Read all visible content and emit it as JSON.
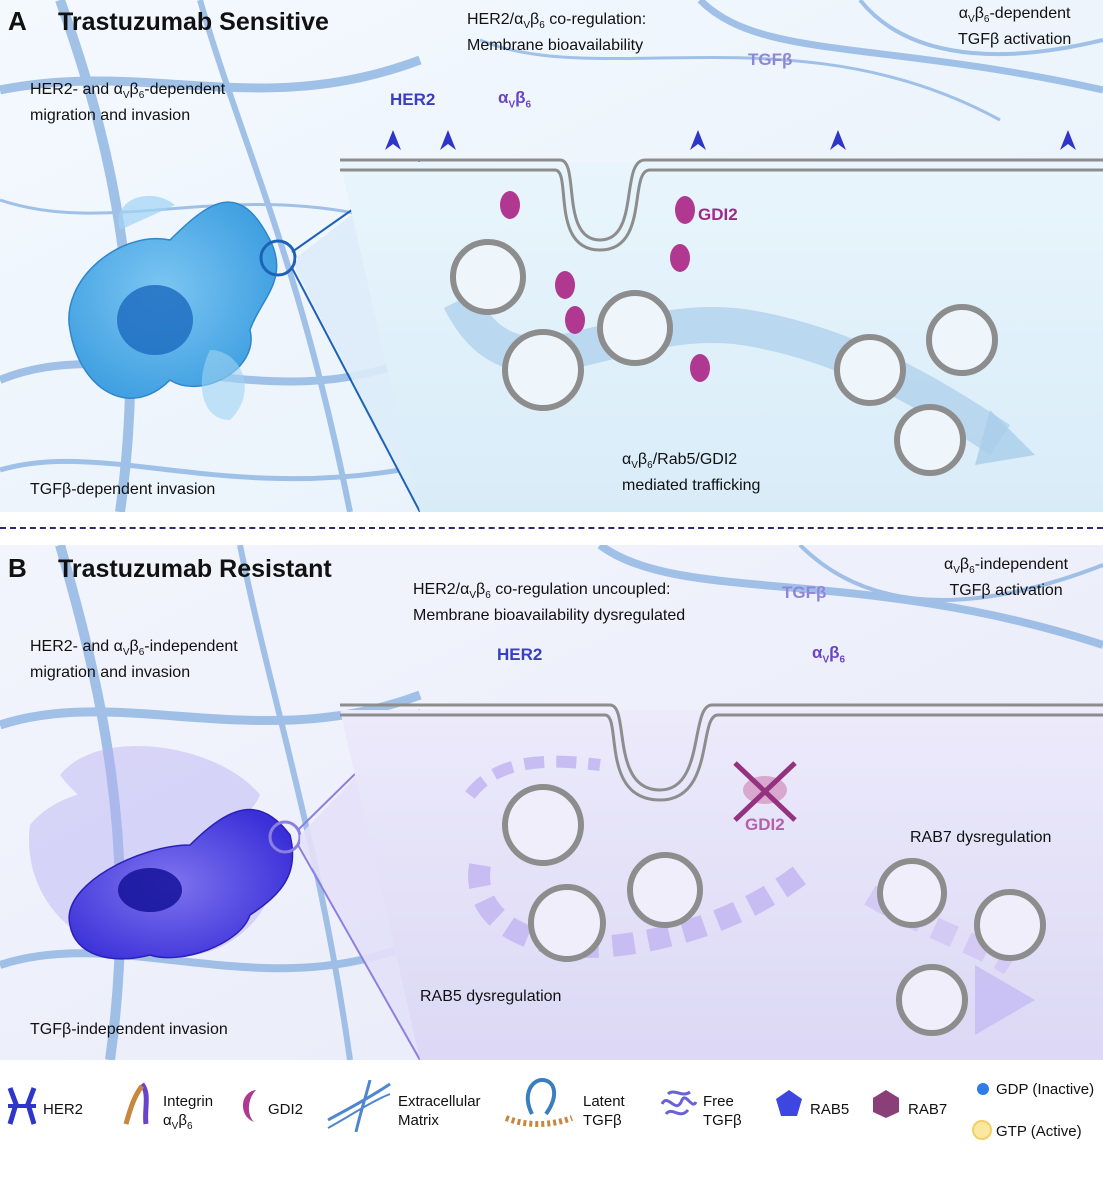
{
  "panel_a": {
    "letter": "A",
    "title": "Trastuzumab Sensitive",
    "cell_migration_1": "HER2- and α",
    "cell_migration_sub1": "V",
    "cell_migration_2": "β",
    "cell_migration_sub2": "6",
    "cell_migration_3": "-dependent",
    "cell_migration_line2": "migration and invasion",
    "tgf_invasion": "TGFβ-dependent invasion",
    "coreg_1": "HER2/α",
    "coreg_sub1": "V",
    "coreg_2": "β",
    "coreg_sub2": "6",
    "coreg_3": " co-regulation:",
    "coreg_line2": "Membrane bioavailability",
    "activation_1": "α",
    "activation_sub1": "V",
    "activation_2": "β",
    "activation_sub2": "6",
    "activation_3": "-dependent",
    "activation_line2": "TGFβ activation",
    "her2": "HER2",
    "integrin_1": "α",
    "integrin_sub1": "V",
    "integrin_2": "β",
    "integrin_sub2": "6",
    "tgfb": "TGFβ",
    "gdi2": "GDI2",
    "traffic_1": "α",
    "traffic_sub1": "V",
    "traffic_2": "β",
    "traffic_sub2": "6",
    "traffic_3": "/Rab5/GDI2",
    "traffic_line2": "mediated trafficking"
  },
  "panel_b": {
    "letter": "B",
    "title": "Trastuzumab Resistant",
    "cell_migration_1": "HER2- and α",
    "cell_migration_sub1": "V",
    "cell_migration_2": "β",
    "cell_migration_sub2": "6",
    "cell_migration_3": "-independent",
    "cell_migration_line2": "migration and invasion",
    "tgf_invasion": "TGFβ-independent invasion",
    "coreg_1": "HER2/α",
    "coreg_sub1": "V",
    "coreg_2": "β",
    "coreg_sub2": "6",
    "coreg_3": " co-regulation uncoupled:",
    "coreg_line2": "Membrane bioavailability dysregulated",
    "activation_1": "α",
    "activation_sub1": "V",
    "activation_2": "β",
    "activation_sub2": "6",
    "activation_3": "-independent",
    "activation_line2": "TGFβ activation",
    "her2": "HER2",
    "integrin_1": "α",
    "integrin_sub1": "V",
    "integrin_2": "β",
    "integrin_sub2": "6",
    "tgfb": "TGFβ",
    "gdi2": "GDI2",
    "rab7_dys": "RAB7 dysregulation",
    "rab5_dys": "RAB5 dysregulation"
  },
  "legend": {
    "her2": "HER2",
    "integrin_line1": "Integrin",
    "integrin_1": "α",
    "integrin_sub1": "V",
    "integrin_2": "β",
    "integrin_sub2": "6",
    "gdi2": "GDI2",
    "ecm_line1": "Extracellular",
    "ecm_line2": "Matrix",
    "latent_line1": "Latent",
    "latent_line2": "TGFβ",
    "free_line1": "Free",
    "free_line2": "TGFβ",
    "rab5": "RAB5",
    "rab7": "RAB7",
    "gdp": "GDP (Inactive)",
    "gtp": "GTP (Active)"
  },
  "colors": {
    "her2": "#2f35c8",
    "integrin_alpha": "#6a44c8",
    "integrin_beta": "#c7873e",
    "gdi2": "#b03890",
    "rab5": "#3e46e0",
    "rab7": "#8a3f78",
    "gdp": "#2f7be8",
    "gtp": "#fbe8a0",
    "ecm": "#4f86cf",
    "cell_sensitive": "#4aa8e6",
    "cell_resistant": "#4a3fe0",
    "panel_a_interior": "#e3f2fb",
    "panel_b_interior": "#e5e2f8"
  }
}
